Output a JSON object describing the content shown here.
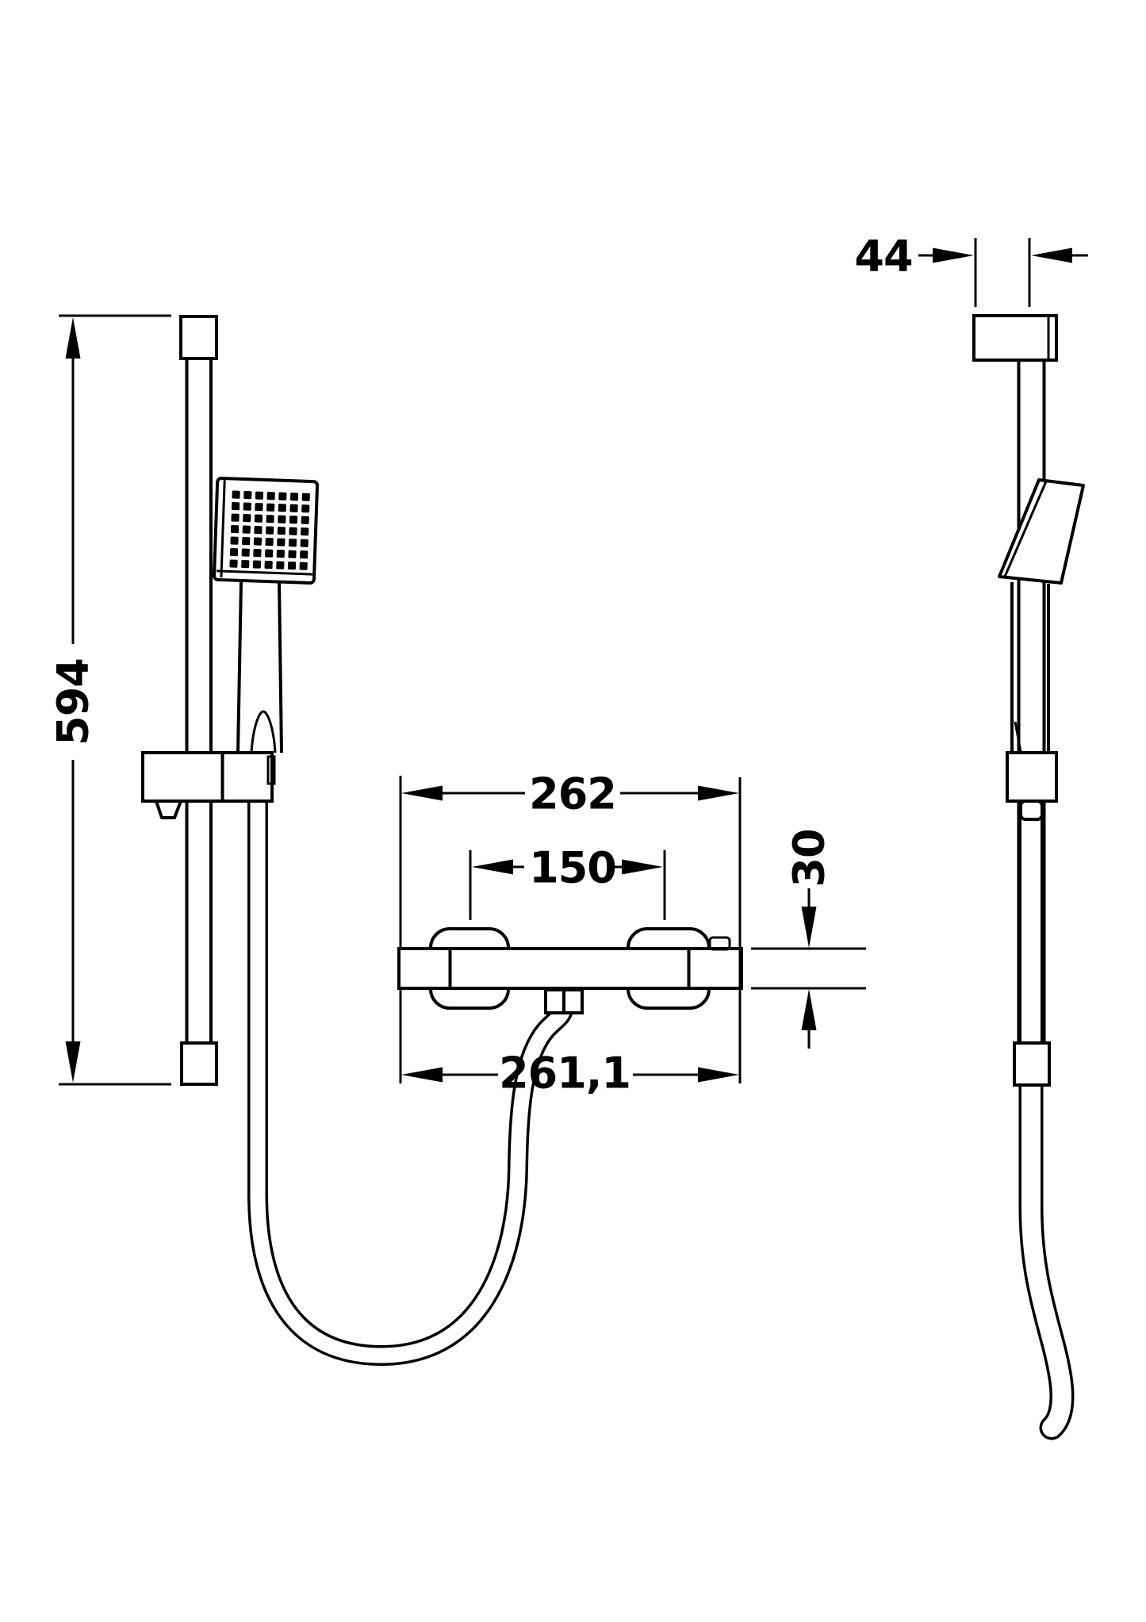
{
  "title": "shower-rail-kit-technical-drawing",
  "colors": {
    "line": "#000000",
    "background": "#ffffff"
  },
  "drawing": {
    "front_view": {
      "dim_rail_height": "594",
      "dim_overall_width": "262",
      "dim_inlet_centres": "150",
      "dim_body_height": "30",
      "dim_lower_width": "261,1"
    },
    "side_view": {
      "dim_depth": "44"
    }
  }
}
